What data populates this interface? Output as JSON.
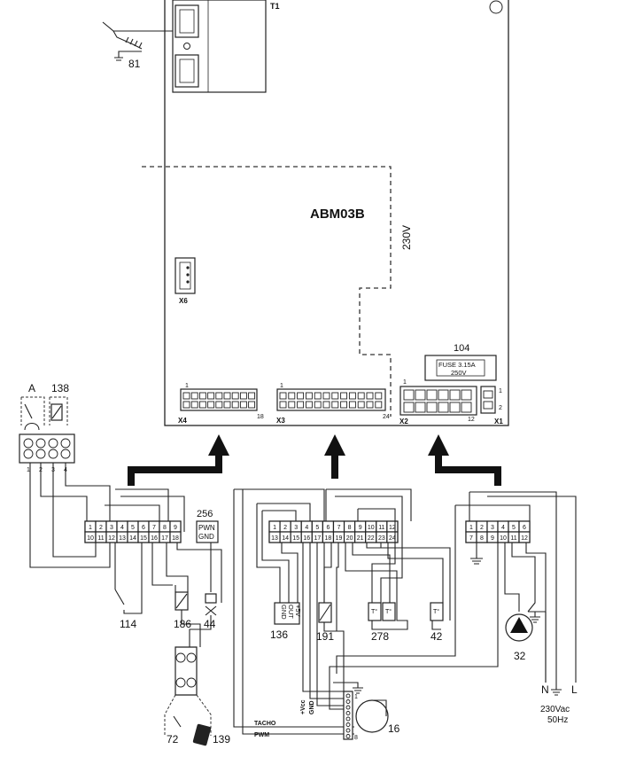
{
  "board": {
    "title": "ABM03B",
    "voltage_label": "230V",
    "transformer_label": "T1",
    "fuse_ref": "104",
    "fuse_line1": "FUSE 3.15A",
    "fuse_line2": "250V"
  },
  "connectors": {
    "x6": "X6",
    "x4": "X4",
    "x4_pin_first": "1",
    "x4_pin_last": "18",
    "x3": "X3",
    "x3_pin_first": "1",
    "x3_pin_last": "24",
    "x2": "X2",
    "x2_pin_first": "1",
    "x2_pin_last": "12",
    "x1": "X1",
    "x1_pin_first": "1",
    "x1_pin_last": "2"
  },
  "terminals": {
    "t1_top": [
      "1",
      "2",
      "3",
      "4",
      "5",
      "6",
      "7",
      "8",
      "9"
    ],
    "t1_bottom": [
      "10",
      "11",
      "12",
      "13",
      "14",
      "15",
      "16",
      "17",
      "18"
    ],
    "t2_top": [
      "1",
      "2",
      "3",
      "4",
      "5",
      "6",
      "7",
      "8",
      "9",
      "10",
      "11",
      "12"
    ],
    "t2_bottom": [
      "13",
      "14",
      "15",
      "16",
      "17",
      "18",
      "19",
      "20",
      "21",
      "22",
      "23",
      "24"
    ],
    "t3_top": [
      "1",
      "2",
      "3",
      "4",
      "5",
      "6"
    ],
    "t3_bottom": [
      "7",
      "8",
      "9",
      "10",
      "11",
      "12"
    ],
    "left_block": [
      "1",
      "2",
      "3",
      "4"
    ]
  },
  "components": {
    "c81": "81",
    "c_a": "A",
    "c138": "138",
    "c256": "256",
    "pwm_label": "PWN",
    "gnd_label": "GND",
    "c114": "114",
    "c186": "186",
    "c44": "44",
    "c136": "136",
    "c136_gnd": "GND",
    "c136_out": "OUT",
    "c136_vcc": "+5V",
    "c191": "191",
    "c278": "278",
    "c42": "42",
    "c32": "32",
    "c16": "16",
    "c72": "72",
    "c139": "139",
    "tacho": "TACHO",
    "pwm": "PWM",
    "vcc": "+Vcc",
    "gnd": "GND",
    "fan_pin_1": "1",
    "fan_pin_8": "8",
    "n": "N",
    "l": "L",
    "mains_line1": "230Vac",
    "mains_line2": "50Hz"
  }
}
